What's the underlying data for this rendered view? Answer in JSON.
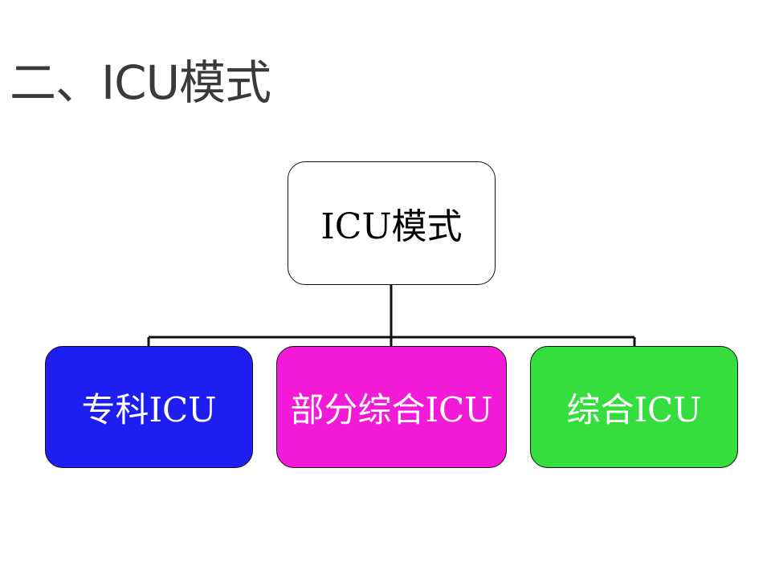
{
  "slide": {
    "title": "二、ICU模式"
  },
  "diagram": {
    "root": {
      "label": "ICU模式"
    },
    "children": [
      {
        "label": "专科ICU",
        "color": "#1f1ef2"
      },
      {
        "label": "部分综合ICU",
        "color": "#f21ad6"
      },
      {
        "label": "综合ICU",
        "color": "#36dd3f"
      }
    ],
    "line_color": "#111111"
  }
}
